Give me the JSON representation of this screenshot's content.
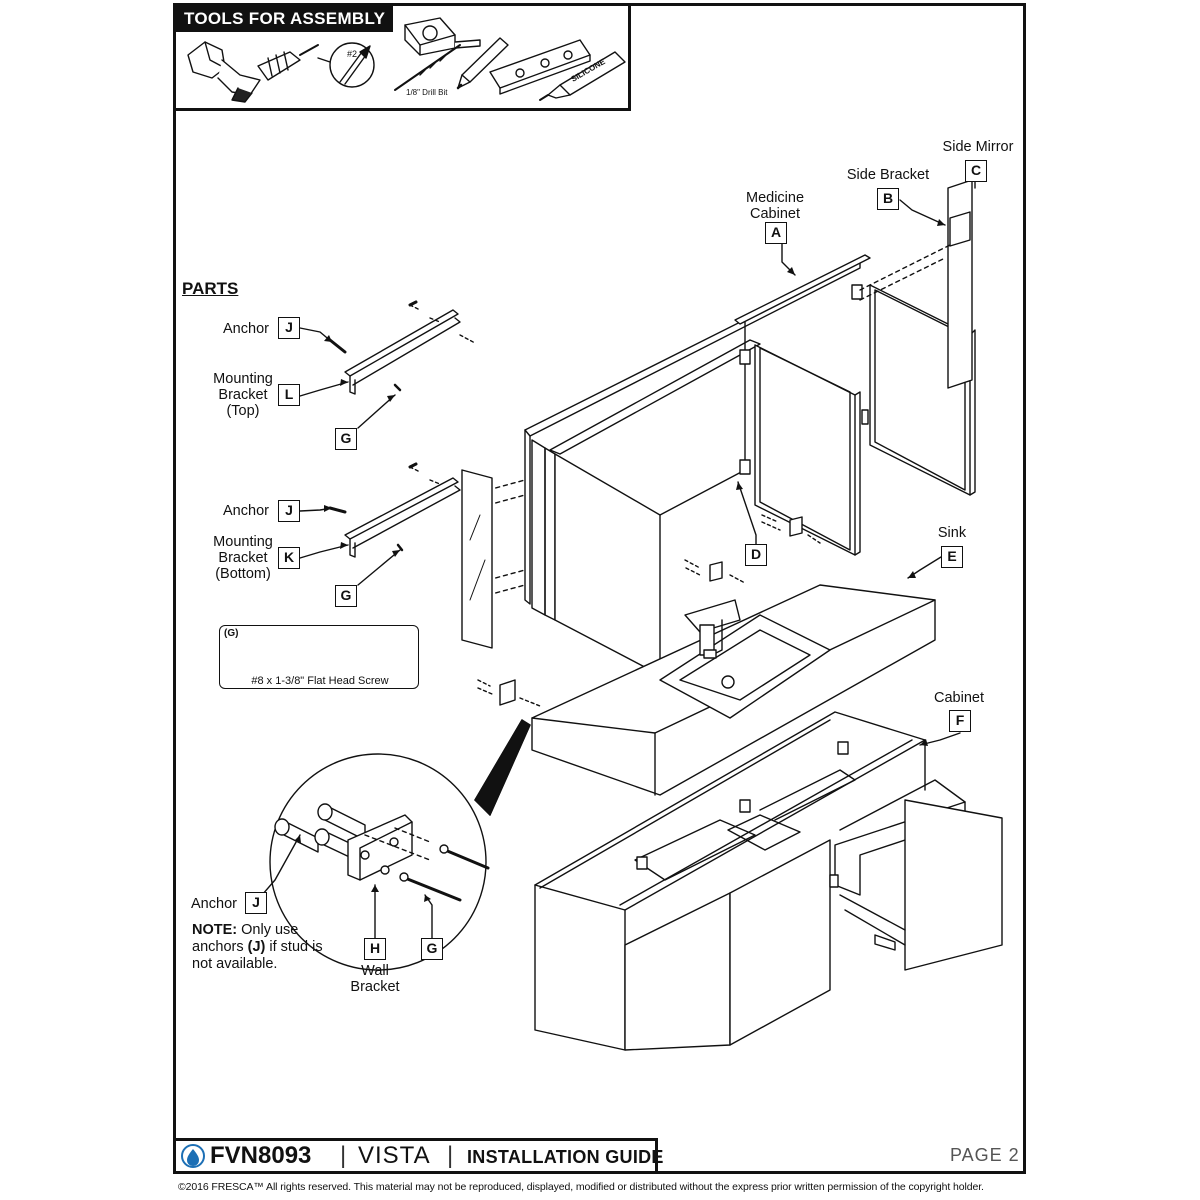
{
  "tools": {
    "title": "TOOLS FOR ASSEMBLY",
    "bit_label": "#2",
    "drill_bit_label": "1/8\" Drill Bit",
    "silicone_label": "SILICONE"
  },
  "parts_heading": "PARTS",
  "labels": {
    "side_mirror": "Side Mirror",
    "side_bracket": "Side Bracket",
    "medicine_cabinet": "Medicine Cabinet",
    "anchor_top": "Anchor",
    "mounting_bracket_top": "Mounting Bracket (Top)",
    "anchor_bottom": "Anchor",
    "mounting_bracket_bottom": "Mounting Bracket (Bottom)",
    "sink": "Sink",
    "cabinet": "Cabinet",
    "anchor_wall": "Anchor",
    "wall_bracket": "Wall Bracket"
  },
  "tags": {
    "A": "A",
    "B": "B",
    "C": "C",
    "D": "D",
    "E": "E",
    "F": "F",
    "G": "G",
    "H": "H",
    "J": "J",
    "K": "K",
    "L": "L"
  },
  "screw": {
    "tag": "(G)",
    "caption": "#8 x 1-3/8\" Flat Head Screw"
  },
  "note": {
    "prefix": "NOTE:",
    "text_1": " Only use anchors ",
    "ref": "(J)",
    "text_2": " if stud is not available."
  },
  "footer": {
    "model": "FVN8093",
    "separator": "|",
    "series": "VISTA",
    "guide": "INSTALLATION GUIDE",
    "page": "PAGE 2",
    "copyright": "©2016 FRESCA™ All rights reserved. This material may not be reproduced, displayed, modified or distributed without the express prior written permission of the copyright holder."
  }
}
